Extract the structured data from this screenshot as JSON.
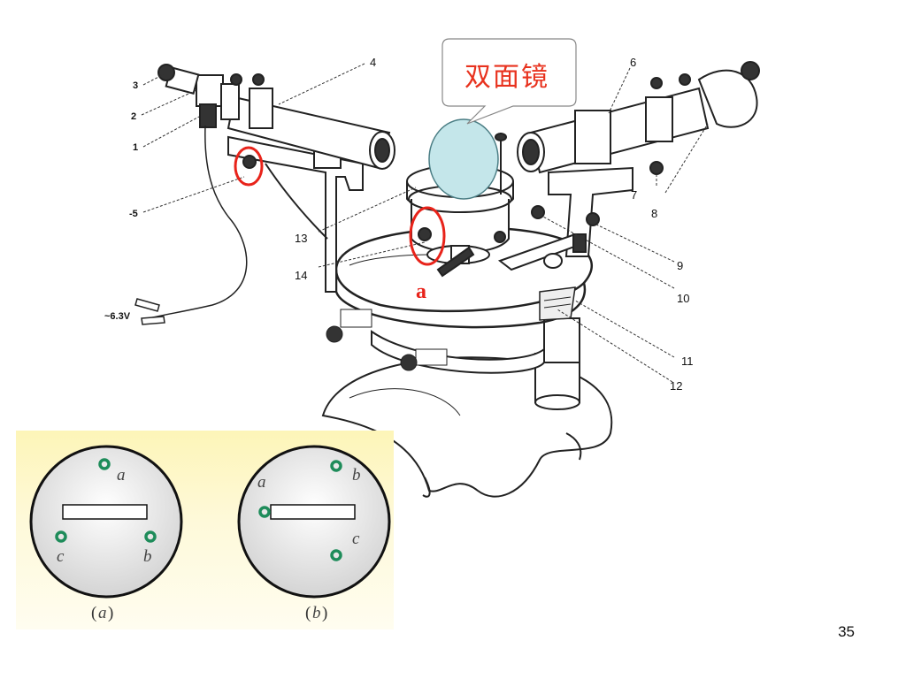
{
  "callout": {
    "text": "双面镜"
  },
  "marker": {
    "text": "a"
  },
  "page_number": "35",
  "labels": {
    "n1": "1",
    "n2": "2",
    "n3": "3",
    "n4": "4",
    "n5": "-5",
    "n6": "6",
    "n7": "7",
    "n8": "8",
    "n9": "9",
    "n10": "10",
    "n11": "11",
    "n12": "12",
    "n13": "13",
    "n14": "14",
    "voltage": "~6.3V"
  },
  "inset": {
    "panel_a": {
      "caption_open": "(",
      "caption_letter": "a",
      "caption_close": ")",
      "dot_labels": [
        "a",
        "c",
        "b"
      ]
    },
    "panel_b": {
      "caption_open": "(",
      "caption_letter": "b",
      "caption_close": ")",
      "dot_labels": [
        "a",
        "b",
        "c"
      ]
    }
  },
  "colors": {
    "red": "#e8231a",
    "green": "#1e8c5a",
    "mirror": "#c4e6ea"
  }
}
